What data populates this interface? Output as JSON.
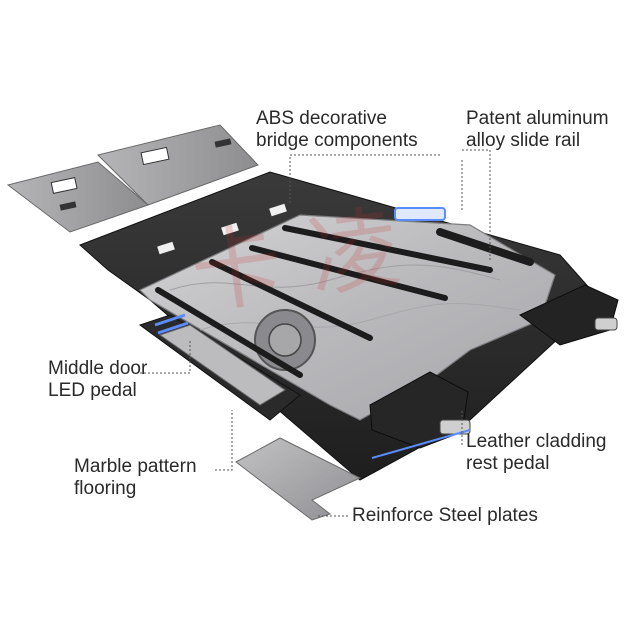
{
  "labels": {
    "abs_line1": "ABS decorative",
    "abs_line2": "bridge components",
    "rail_line1": "Patent aluminum",
    "rail_line2": "alloy slide rail",
    "led_line1": "Middle door",
    "led_line2": "LED pedal",
    "marble_line1": "Marble pattern",
    "marble_line2": "flooring",
    "leather_line1": "Leather cladding",
    "leather_line2": "rest pedal",
    "steel_line1": "Reinforce Steel plates"
  },
  "colors": {
    "base_dark": "#2b2b2b",
    "plate_grey": "#9a9a9a",
    "marble_light": "#c9c9cb",
    "rail_black": "#1c1c1c",
    "led_blue": "#5a8cff",
    "leader": "#555555",
    "watermark_red": "#c82828"
  }
}
